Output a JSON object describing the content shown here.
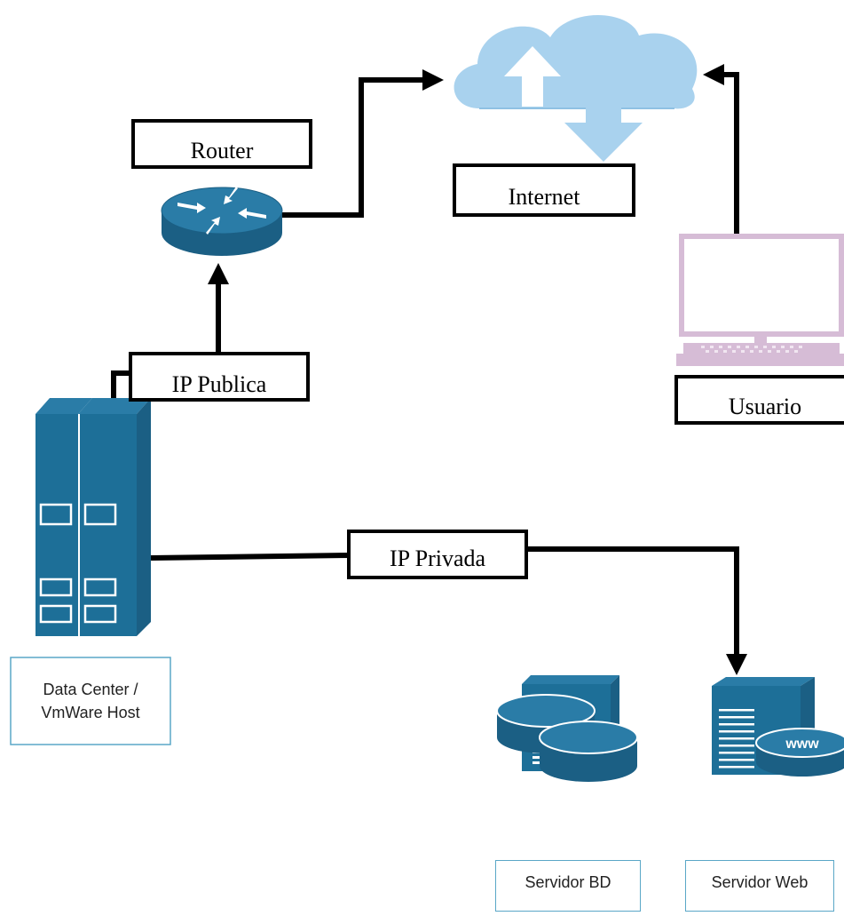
{
  "labels": {
    "router": "Router",
    "internet": "Internet",
    "usuario": "Usuario",
    "ip_publica": "IP Publica",
    "ip_privada": "IP Privada",
    "datacenter_line1": "Data Center /",
    "datacenter_line2": "VmWare Host",
    "servidor_bd": "Servidor BD",
    "servidor_web": "Servidor Web",
    "www": "www"
  },
  "colors": {
    "cisco_blue": "#1d6f98",
    "cloud_blue": "#a9d2ee",
    "laptop_pink": "#d6bcd6",
    "connector": "#000000",
    "label_border_blue": "#5aa7c7"
  },
  "icons": {
    "router": "router-icon",
    "cloud": "cloud-icon",
    "laptop": "laptop-icon",
    "datacenter": "server-rack-icon",
    "database": "database-server-icon",
    "web": "web-server-icon"
  }
}
